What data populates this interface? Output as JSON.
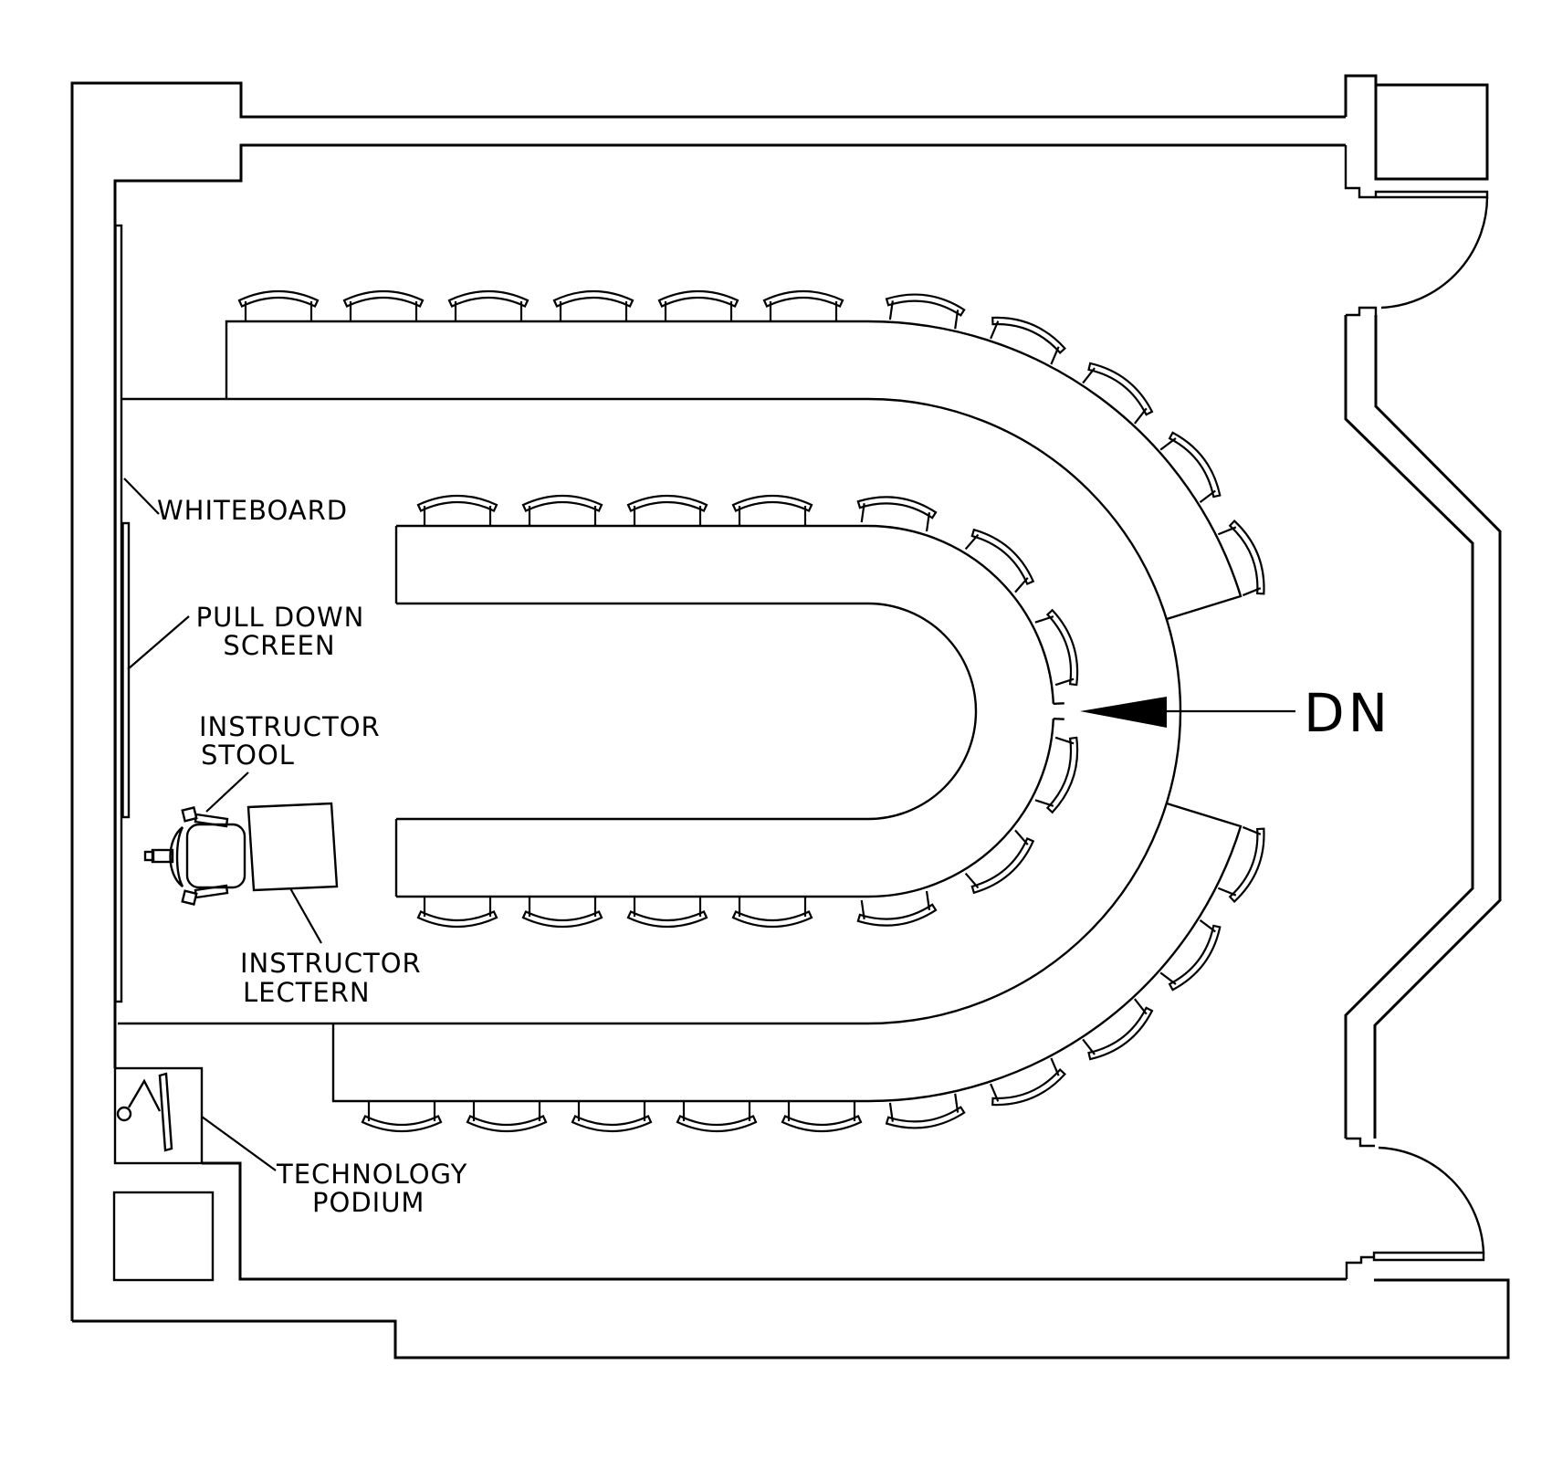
{
  "drawing": {
    "type": "classroom-floor-plan",
    "colors": {
      "line": "#000000",
      "background": "#ffffff"
    }
  },
  "labels": {
    "whiteboard": "WHITEBOARD",
    "pull_down_line1": "PULL DOWN",
    "pull_down_line2": "SCREEN",
    "stool_line1": "INSTRUCTOR",
    "stool_line2": "STOOL",
    "lectern_line1": "INSTRUCTOR",
    "lectern_line2": "LECTERN",
    "podium_line1": "TECHNOLOGY",
    "podium_line2": "PODIUM",
    "down": "DN"
  }
}
